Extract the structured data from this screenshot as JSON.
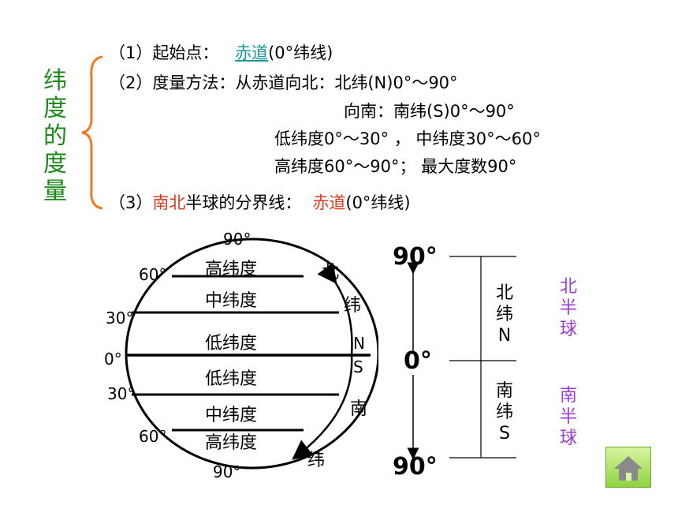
{
  "title_chars": [
    "纬",
    "度",
    "的",
    "度",
    "量"
  ],
  "lines": {
    "l1_prefix": "（1）起始点：",
    "l1_link": "赤道",
    "l1_suffix": "(0°纬线)",
    "l2": "（2）度量方法：从赤道向北：北纬(N)0°～90°",
    "l3": "向南：南纬(S)0°～90°",
    "l4": "低纬度0°～30°  ，  中纬度30°～60°",
    "l5": "高纬度60°～90°；  最大度数90°",
    "l6_prefix": "（3）",
    "l6_red1": "南北",
    "l6_mid": "半球的分界线：",
    "l6_red2": "赤道",
    "l6_suffix": "(0°纬线)"
  },
  "globe": {
    "top_label": "90°",
    "bottom_label": "90°",
    "left_labels": [
      "60°",
      "30°",
      "0°",
      "30°",
      "60°"
    ],
    "bands": [
      "高纬度",
      "中纬度",
      "低纬度",
      "低纬度",
      "中纬度",
      "高纬度"
    ],
    "north_arrow_chars": [
      "北",
      "纬"
    ],
    "north_letter": "N",
    "south_letter": "S",
    "south_arrow_chars": [
      "南",
      "纬"
    ]
  },
  "scale": {
    "top": "90°",
    "middle": "0°",
    "bottom": "90°",
    "north_chars": [
      "北",
      "纬",
      "N"
    ],
    "south_chars": [
      "南",
      "纬",
      "S"
    ],
    "north_hemisphere_chars": [
      "北",
      "半",
      "球"
    ],
    "south_hemisphere_chars": [
      "南",
      "半",
      "球"
    ]
  },
  "colors": {
    "title": "#1a8a1a",
    "link": "#1a9a9a",
    "highlight": "#e0381a",
    "hemisphere": "#9a3ad8"
  },
  "icons": {
    "home": "home-icon"
  }
}
